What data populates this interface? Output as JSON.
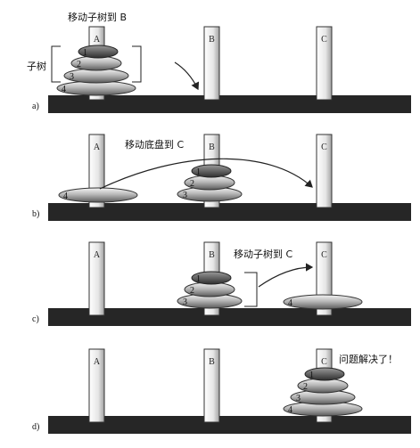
{
  "rods": [
    "A",
    "B",
    "C"
  ],
  "panels": [
    {
      "label": "a)",
      "annotations": [
        "移动子树到 B",
        "子树"
      ],
      "stacks": {
        "A": [
          1,
          2,
          3,
          4
        ],
        "B": [],
        "C": []
      }
    },
    {
      "label": "b)",
      "annotations": [
        "移动底盘到 C"
      ],
      "stacks": {
        "A": [
          4
        ],
        "B": [
          1,
          2,
          3
        ],
        "C": []
      }
    },
    {
      "label": "c)",
      "annotations": [
        "移动子树到 C"
      ],
      "stacks": {
        "A": [],
        "B": [
          1,
          2,
          3
        ],
        "C": [
          4
        ]
      }
    },
    {
      "label": "d)",
      "annotations": [
        "问题解决了！"
      ],
      "stacks": {
        "A": [],
        "B": [],
        "C": [
          1,
          2,
          3,
          4
        ]
      }
    }
  ]
}
